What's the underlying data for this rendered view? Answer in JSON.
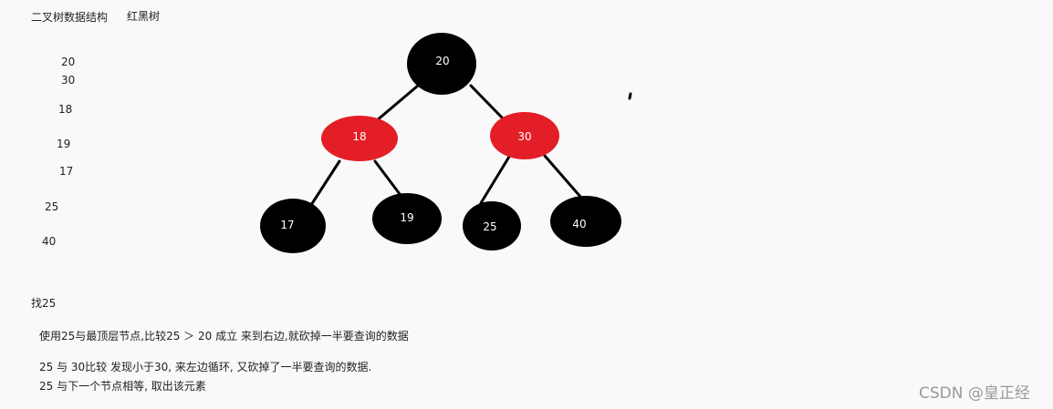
{
  "header": {
    "title": "二叉树数据结构",
    "subtitle": "红黑树"
  },
  "insert_sequence": [
    "20",
    "30",
    "18",
    "19",
    "17",
    "25",
    "40"
  ],
  "tree": {
    "nodes": [
      {
        "id": "20",
        "label": "20",
        "color": "#000000"
      },
      {
        "id": "18",
        "label": "18",
        "color": "#e41e26"
      },
      {
        "id": "30",
        "label": "30",
        "color": "#e41e26"
      },
      {
        "id": "17",
        "label": "17",
        "color": "#000000"
      },
      {
        "id": "19",
        "label": "19",
        "color": "#000000"
      },
      {
        "id": "25",
        "label": "25",
        "color": "#000000"
      },
      {
        "id": "40",
        "label": "40",
        "color": "#000000"
      }
    ],
    "edges": [
      [
        "20",
        "18"
      ],
      [
        "20",
        "30"
      ],
      [
        "18",
        "17"
      ],
      [
        "18",
        "19"
      ],
      [
        "30",
        "25"
      ],
      [
        "30",
        "40"
      ]
    ]
  },
  "notes": {
    "heading": "找25",
    "line1": "使用25与最顶层节点,比较25 ＞ 20 成立     来到右边,就砍掉一半要查询的数据",
    "line2": "25 与 30比较  发现小于30, 来左边循环, 又砍掉了一半要查询的数据.",
    "line3": "25 与下一个节点相等, 取出该元素"
  },
  "watermark": "CSDN @皇正经"
}
